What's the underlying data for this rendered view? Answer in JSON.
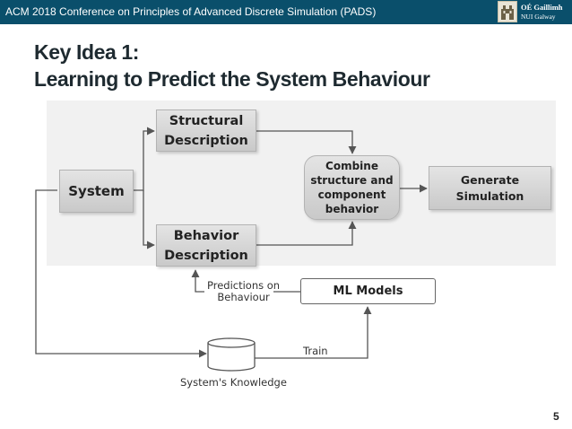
{
  "header": {
    "conference": "ACM 2018 Conference on Principles of Advanced Discrete Simulation (PADS)",
    "university_line1": "OÉ Gaillimh",
    "university_line2": "NUI Galway",
    "bar_color": "#0a4f6b"
  },
  "slide": {
    "title_line1": "Key Idea 1:",
    "title_line2": "Learning to Predict the System Behaviour",
    "page_number": "5"
  },
  "diagram": {
    "system": "System",
    "structural_line1": "Structural",
    "structural_line2": "Description",
    "behavior_line1": "Behavior",
    "behavior_line2": "Description",
    "combine_line1": "Combine",
    "combine_line2": "structure and",
    "combine_line3": "component",
    "combine_line4": "behavior",
    "generate_line1": "Generate",
    "generate_line2": "Simulation",
    "ml_models": "ML Models",
    "predictions_line1": "Predictions on",
    "predictions_line2": "Behaviour",
    "train": "Train",
    "knowledge": "System's Knowledge"
  }
}
